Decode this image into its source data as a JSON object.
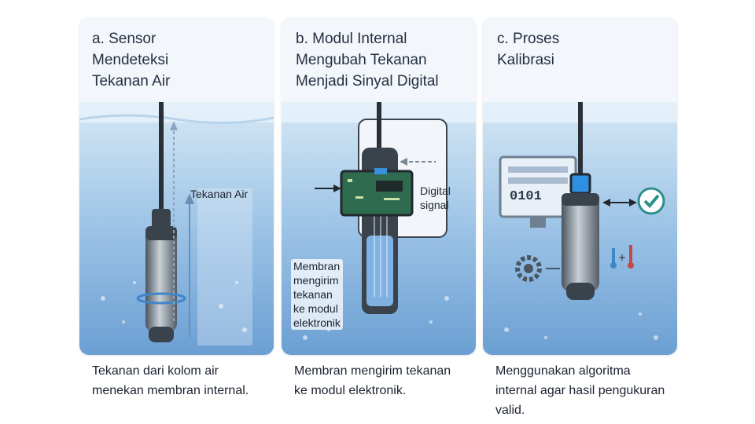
{
  "panels": [
    {
      "title": "a. Sensor\nMendeteksi\nTekanan Air",
      "label": "Tekanan Air",
      "caption": "Tekanan dari kolom air\nmenekan membran internal."
    },
    {
      "title": "b. Modul Internal\nMengubah Tekanan\nMenjadi Sinyal Digital",
      "label_digital": "Digital\nsignal",
      "label_membran": "Membran\nmengirim\ntekanan\nke modul\nelektronik",
      "caption": "Membran mengirim tekanan\nke modul elektronik."
    },
    {
      "title": "c. Proses\nKalibrasi",
      "screen_text": "0101",
      "caption": "Menggunakan algoritma\ninternal agar hasil pengukuran\nvalid."
    }
  ],
  "colors": {
    "water_top": "#cfe3f3",
    "water_bottom": "#6fa3d6",
    "sensor_body": "#6d7782",
    "check": "#2a8f8a"
  }
}
